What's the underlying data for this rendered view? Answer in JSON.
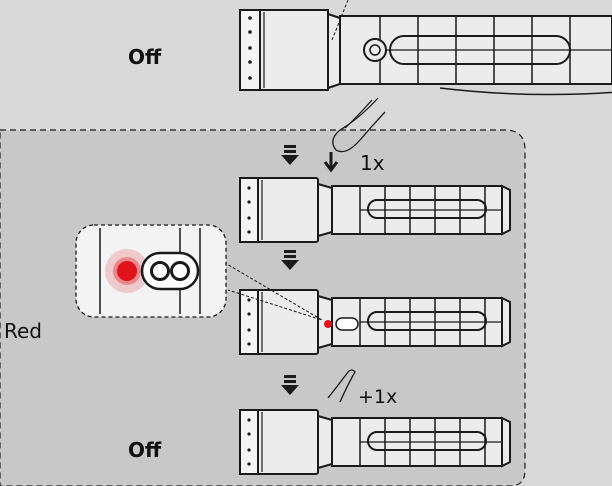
{
  "labels": {
    "state_off_top": "Off",
    "state_red": "Red",
    "state_off_bottom": "Off",
    "press_once": "1x",
    "press_again": "+1x"
  },
  "colors": {
    "background": "#d9d9d9",
    "panel": "#c8c8c8",
    "line": "#1a1a1a",
    "led_red": "#e0121b",
    "flashlight_body": "#ececec"
  },
  "icons": {
    "step_arrow": "down-arrow-icon",
    "press_finger": "finger-icon",
    "button": "push-button-icon"
  }
}
